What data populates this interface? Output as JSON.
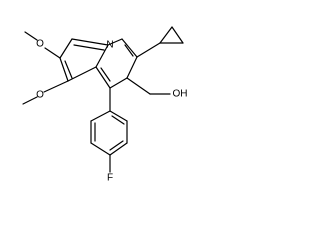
{
  "molecule": {
    "atom_labels": {
      "ring_nitrogen": "N",
      "methoxy_oxygen_upper": "O",
      "methoxy_oxygen_lower": "O",
      "hydroxyl": "OH",
      "fluorine": "F"
    }
  }
}
